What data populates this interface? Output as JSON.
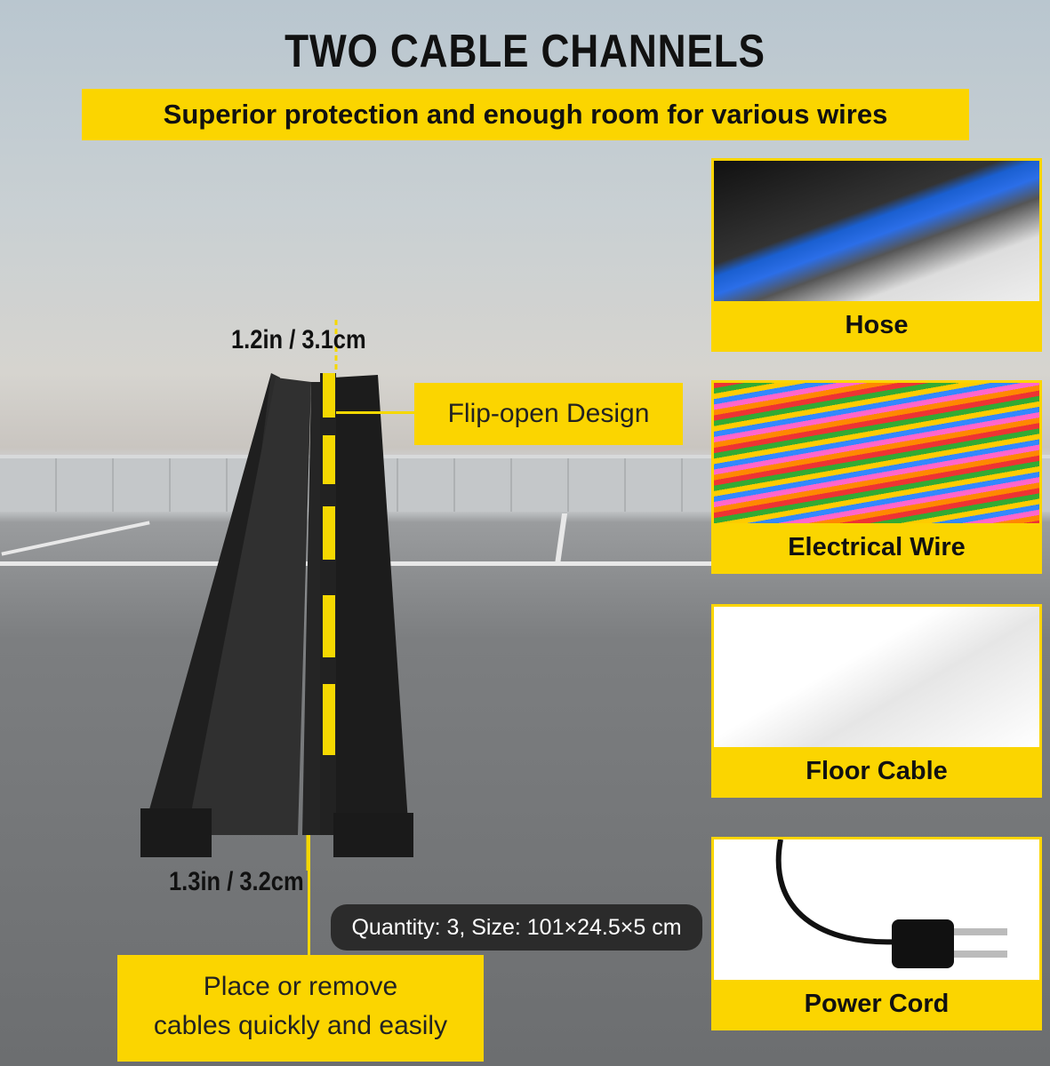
{
  "heading": {
    "title": "TWO CABLE CHANNELS",
    "subtitle": "Superior protection and enough room for various wires"
  },
  "dimensions": {
    "top": "1.2in / 3.1cm",
    "bottom": "1.3in / 3.2cm"
  },
  "callouts": {
    "flip_open": "Flip-open Design",
    "place_line1": "Place or remove",
    "place_line2": "cables quickly and easily"
  },
  "panels": [
    {
      "label": "Hose"
    },
    {
      "label": "Electrical Wire"
    },
    {
      "label": "Floor Cable"
    },
    {
      "label": "Power Cord"
    }
  ],
  "tooltip": "Quantity: 3, Size: 101×24.5×5 cm",
  "colors": {
    "accent": "#fbd500",
    "ramp": "#2a2a2a"
  }
}
